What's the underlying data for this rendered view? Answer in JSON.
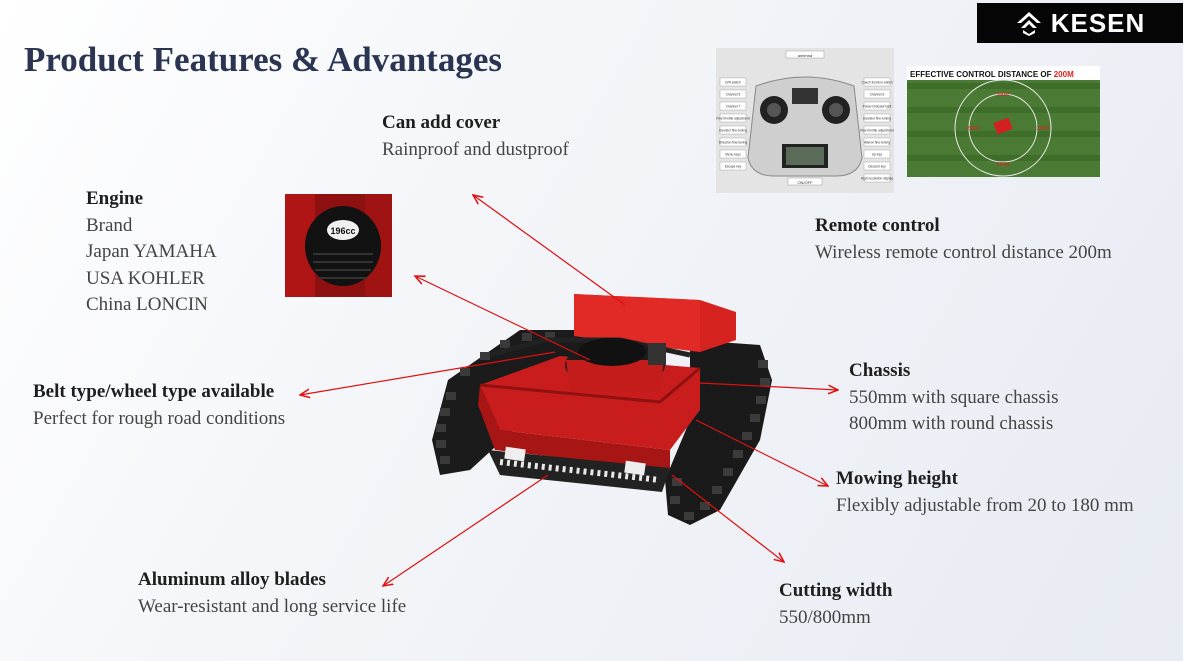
{
  "title": "Product Features & Advantages",
  "logo": {
    "text": "KESEN"
  },
  "features": {
    "cover": {
      "heading": "Can add cover",
      "lines": [
        "Rainproof and dustproof"
      ]
    },
    "engine": {
      "heading": "Engine",
      "lines": [
        "Brand",
        "Japan YAMAHA",
        "USA KOHLER",
        "China LONCIN"
      ]
    },
    "remote": {
      "heading": "Remote control",
      "lines": [
        "Wireless remote control distance 200m"
      ]
    },
    "belt": {
      "heading": "Belt type/wheel type available",
      "lines": [
        "Perfect for rough road conditions"
      ]
    },
    "chassis": {
      "heading": "Chassis",
      "lines": [
        "550mm with square chassis",
        "800mm with round chassis"
      ]
    },
    "mowing": {
      "heading": "Mowing height",
      "lines": [
        "Flexibly adjustable from 20 to 180 mm"
      ]
    },
    "blades": {
      "heading": "Aluminum alloy blades",
      "lines": [
        "Wear-resistant and long service life"
      ]
    },
    "cutting": {
      "heading": "Cutting width",
      "lines": [
        "550/800mm"
      ]
    }
  },
  "engine_photo": {
    "label": "196cc"
  },
  "remote_photo": {
    "labels_left": [
      "D/R switch",
      "Channel 5",
      "Channel 7",
      "Fine throttle adjustment",
      "Elevator fine-tuning",
      "Direction fine-tuning",
      "Menu keys",
      "Escape key"
    ],
    "labels_right": [
      "Coach function switch",
      "Channel 6",
      "Power indicator light",
      "Elevator fine-tuning",
      "Fine throttle adjustment",
      "Aileron fine-tuning",
      "Up key",
      "Descent key",
      "High resolution display"
    ],
    "top_label": "antenna",
    "bottom_label": "ON/OFF"
  },
  "distance_photo": {
    "title_prefix": "EFFECTIVE CONTROL DISTANCE OF ",
    "title_highlight": "200M",
    "ring_label": "200M"
  },
  "colors": {
    "title": "#2b3552",
    "arrow": "#e01010",
    "mower_red": "#d41e1e",
    "highlight": "#e02020"
  }
}
